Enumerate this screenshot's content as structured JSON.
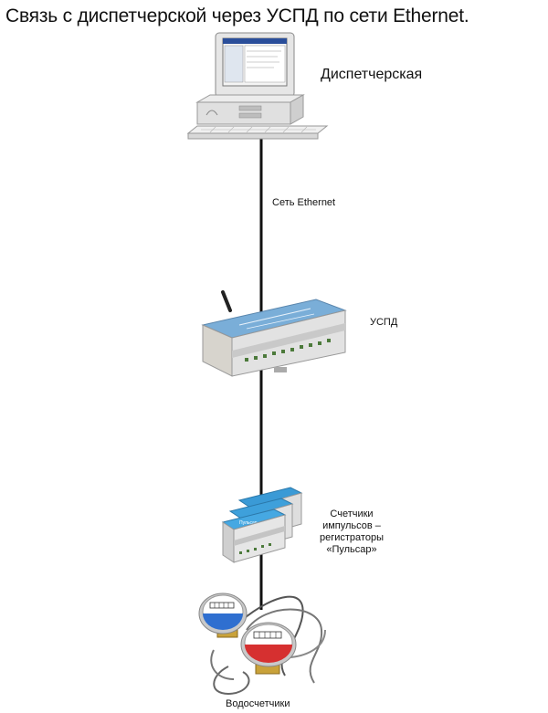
{
  "title": "Связь с диспетчерской через УСПД по сети Ethernet.",
  "nodes": {
    "dispatch": "Диспетчерская",
    "network": "Сеть Ethernet",
    "uspd": "УСПД",
    "pulse_counters": [
      "Счетчики",
      "импульсов –",
      "регистраторы",
      "«Пульсар»"
    ],
    "water_meters": "Водосчетчики"
  },
  "device_labels": {
    "counter_logo": "Пульсар"
  }
}
